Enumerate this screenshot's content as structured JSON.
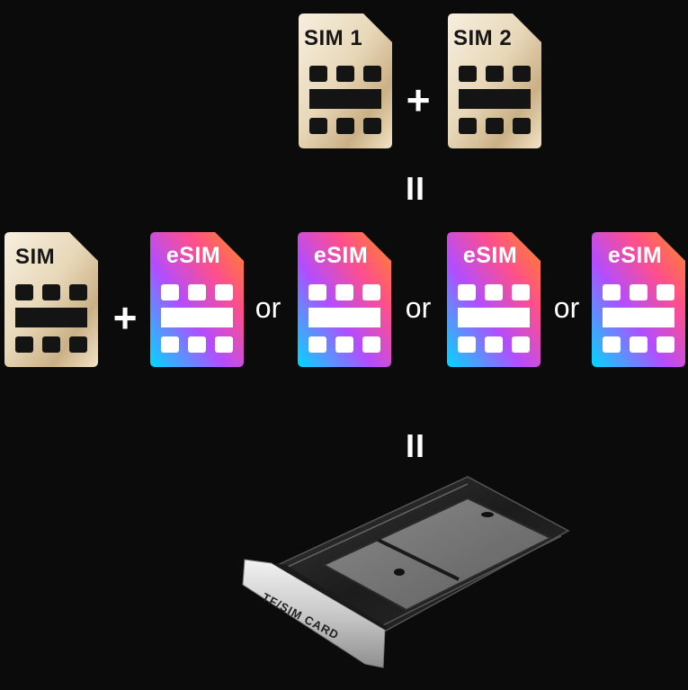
{
  "top_row": {
    "sim1_label": "SIM 1",
    "plus": "+",
    "sim2_label": "SIM 2"
  },
  "equals_1": "II",
  "middle_row": {
    "sim_label": "SIM",
    "plus": "+",
    "esim_labels": [
      "eSIM",
      "eSIM",
      "eSIM",
      "eSIM"
    ],
    "or_labels": [
      "or",
      "or",
      "or"
    ]
  },
  "equals_2": "II",
  "tray": {
    "label": "TF/SIM CARD"
  },
  "colors": {
    "background": "#0b0b0b",
    "gold_light": "#f4ead6",
    "gold_dark": "#c8ad82",
    "esim_gradient": [
      "#00d8ff",
      "#c84dff",
      "#ff4f8b",
      "#ff8a1c"
    ]
  },
  "icons": [
    "sim-card-icon",
    "esim-card-icon",
    "sim-tray-icon"
  ]
}
